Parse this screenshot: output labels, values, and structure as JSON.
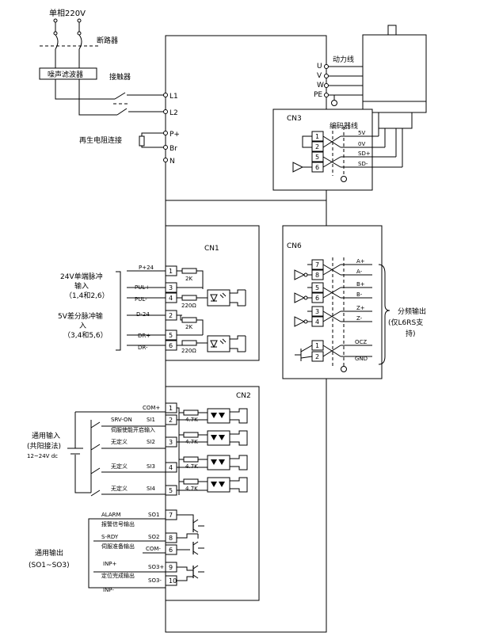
{
  "power": {
    "single_phase": "单相220V",
    "breaker": "断路器",
    "noise_filter": "噪声滤波器",
    "contactor": "接触器",
    "regen": "再生电阻连接",
    "L1": "L1",
    "L2": "L2",
    "P": "P+",
    "Br": "Br",
    "N": "N"
  },
  "motor": {
    "power_line": "动力线",
    "encoder_line": "编码器线",
    "U": "U",
    "V": "V",
    "W": "W",
    "PE": "PE"
  },
  "cn3": {
    "title": "CN3",
    "pins": [
      "1",
      "2",
      "5",
      "6"
    ],
    "signals": [
      "5V",
      "0V",
      "SD+",
      "SD-"
    ]
  },
  "cn1": {
    "title": "CN1",
    "left_text_1": [
      "24V单端脉冲",
      "输入",
      "（1,4和2,6）"
    ],
    "left_text_2": [
      "5V差分脉冲输",
      "入",
      "（3,4和5,6）"
    ],
    "pins": [
      "1",
      "3",
      "4",
      "2",
      "5",
      "6"
    ],
    "signals": [
      "P+24",
      "PUL+",
      "PUL-",
      "D-24",
      "DR+",
      "DR-"
    ],
    "res_2k": "2K",
    "res_220": "220Ω"
  },
  "cn6": {
    "title": "CN6",
    "pins": [
      "7",
      "8",
      "5",
      "6",
      "3",
      "4",
      "1",
      "2"
    ],
    "signals": [
      "A+",
      "A-",
      "B+",
      "B-",
      "Z+",
      "Z-",
      "OCZ",
      "GND"
    ],
    "output_label": [
      "分频输出",
      "(仅L6RS支",
      "持)"
    ]
  },
  "cn2": {
    "title": "CN2",
    "input_label": [
      "通用输入",
      "(共阳接法)",
      "12~24V dc"
    ],
    "output_label": [
      "通用输出",
      "(SO1~SO3)"
    ],
    "com_plus": "COM+",
    "com_minus": "COM-",
    "in_pins": [
      "1",
      "2",
      "3",
      "4",
      "5"
    ],
    "in_signals": [
      "SRV-ON",
      "SI1",
      "SI2",
      "SI3",
      "SI4"
    ],
    "in_desc": [
      "伺服使能开启输入",
      "无定义",
      "无定义",
      "无定义"
    ],
    "res": "4.7K",
    "out_pins": [
      "7",
      "8",
      "6",
      "9",
      "10"
    ],
    "out_signals": [
      "ALARM",
      "SO1",
      "S-RDY",
      "SO2",
      "INP+",
      "SO3+",
      "SO3-",
      "INP-"
    ],
    "out_desc": [
      "报警信号输出",
      "伺服准备输出",
      "定位完成输出"
    ]
  }
}
